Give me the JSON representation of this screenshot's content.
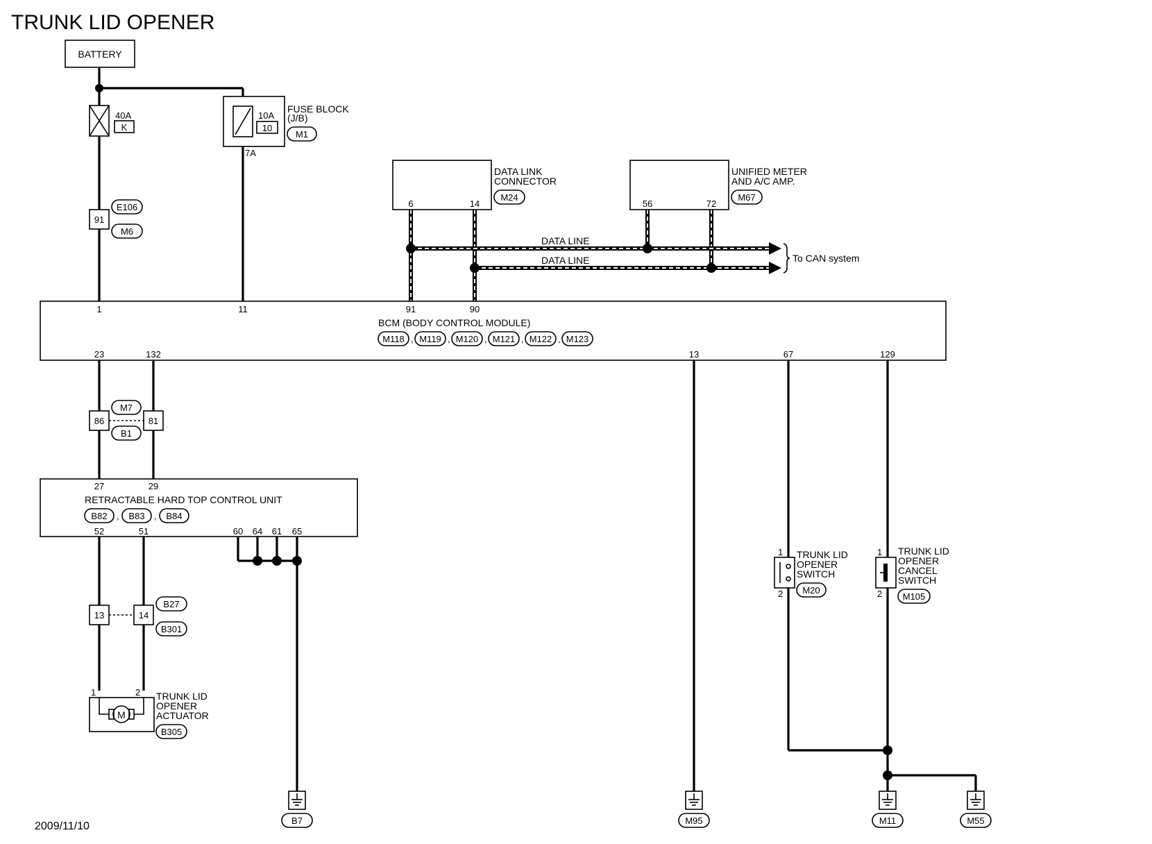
{
  "title": "TRUNK LID OPENER",
  "date": "2009/11/10",
  "battery": {
    "label": "BATTERY"
  },
  "fuse_40a": {
    "rating": "40A",
    "id": "K"
  },
  "fuse_block": {
    "rating": "10A",
    "id": "10",
    "label": "FUSE BLOCK",
    "sublabel": "(J/B)",
    "connector": "M1",
    "out_pin": "7A"
  },
  "joint_e106": {
    "pin": "91",
    "connectors": [
      "E106",
      "M6"
    ]
  },
  "data_link_connector": {
    "label_line1": "DATA LINK",
    "label_line2": "CONNECTOR",
    "connector": "M24",
    "pins": [
      "6",
      "14"
    ]
  },
  "unified_meter": {
    "label_line1": "UNIFIED METER",
    "label_line2": "AND A/C AMP.",
    "connector": "M67",
    "pins": [
      "56",
      "72"
    ]
  },
  "data_lines": {
    "line1": "DATA LINE",
    "line2": "DATA LINE",
    "to_can": "To CAN system"
  },
  "bcm": {
    "label": "BCM (BODY CONTROL MODULE)",
    "connectors": [
      "M118",
      "M119",
      "M120",
      "M121",
      "M122",
      "M123"
    ],
    "top_pins": [
      "1",
      "11",
      "91",
      "90"
    ],
    "bottom_pins": [
      "23",
      "132",
      "13",
      "67",
      "129"
    ]
  },
  "joint_m7": {
    "pins": [
      "86",
      "81"
    ],
    "connectors": [
      "M7",
      "B1"
    ]
  },
  "hardtop_unit": {
    "label": "RETRACTABLE HARD TOP CONTROL UNIT",
    "connectors": [
      "B82",
      "B83",
      "B84"
    ],
    "top_pins": [
      "27",
      "29"
    ],
    "bottom_pins": [
      "52",
      "51",
      "60",
      "64",
      "61",
      "65"
    ]
  },
  "joint_b27": {
    "pins": [
      "13",
      "14"
    ],
    "connectors": [
      "B27",
      "B301"
    ]
  },
  "actuator": {
    "label_line1": "TRUNK LID",
    "label_line2": "OPENER",
    "label_line3": "ACTUATOR",
    "connector": "B305",
    "pins": [
      "1",
      "2"
    ],
    "symbol": "M"
  },
  "opener_switch": {
    "label_line1": "TRUNK LID",
    "label_line2": "OPENER",
    "label_line3": "SWITCH",
    "connector": "M20",
    "pins": [
      "1",
      "2"
    ]
  },
  "cancel_switch": {
    "label_line1": "TRUNK LID",
    "label_line2": "OPENER",
    "label_line3": "CANCEL",
    "label_line4": "SWITCH",
    "connector": "M105",
    "pins": [
      "1",
      "2"
    ]
  },
  "grounds": [
    "B7",
    "M95",
    "M11",
    "M55"
  ]
}
